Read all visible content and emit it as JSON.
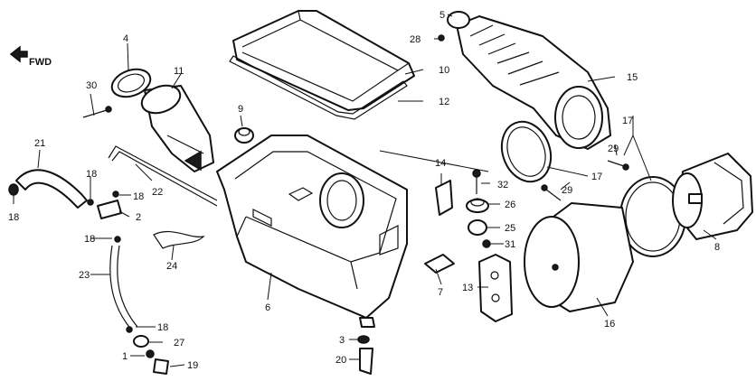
{
  "direction_label": "FWD",
  "callouts": [
    "1",
    "2",
    "3",
    "4",
    "5",
    "6",
    "7",
    "8",
    "9",
    "10",
    "11",
    "12",
    "13",
    "14",
    "15",
    "16",
    "17",
    "17",
    "18",
    "18",
    "18",
    "18",
    "19",
    "20",
    "21",
    "22",
    "23",
    "24",
    "25",
    "26",
    "27",
    "28",
    "29",
    "29",
    "30",
    "31",
    "32"
  ]
}
